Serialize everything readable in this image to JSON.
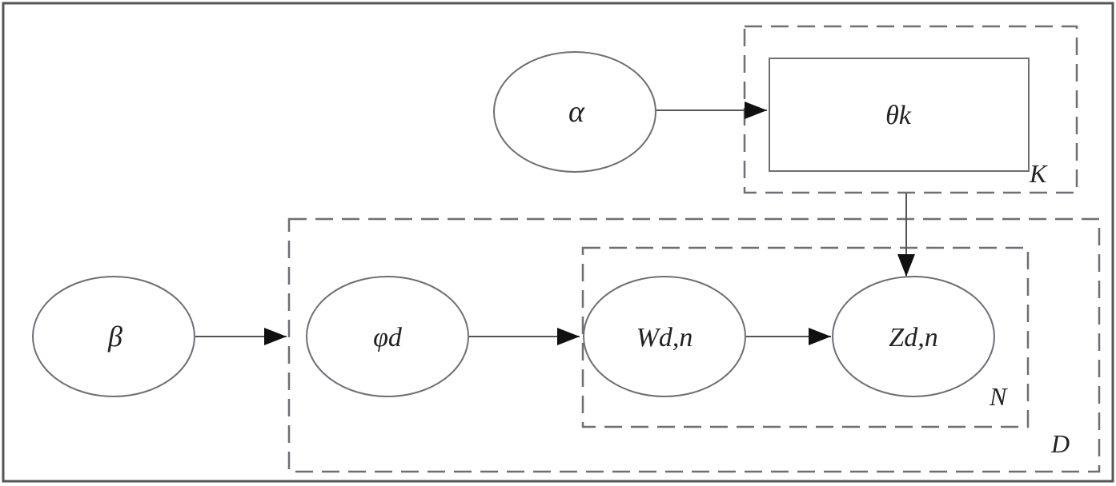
{
  "diagram": {
    "nodes": {
      "alpha": "α",
      "theta": "θk",
      "beta": "β",
      "phi": "φd",
      "w": "Wd,n",
      "z": "Zd,n"
    },
    "plates": {
      "k": "K",
      "d": "D",
      "n": "N"
    },
    "edges": [
      {
        "from": "α",
        "to": "θk"
      },
      {
        "from": "θk",
        "to": "Zd,n"
      },
      {
        "from": "β",
        "to": "φd"
      },
      {
        "from": "φd",
        "to": "Wd,n"
      },
      {
        "from": "Wd,n",
        "to": "Zd,n"
      }
    ]
  }
}
